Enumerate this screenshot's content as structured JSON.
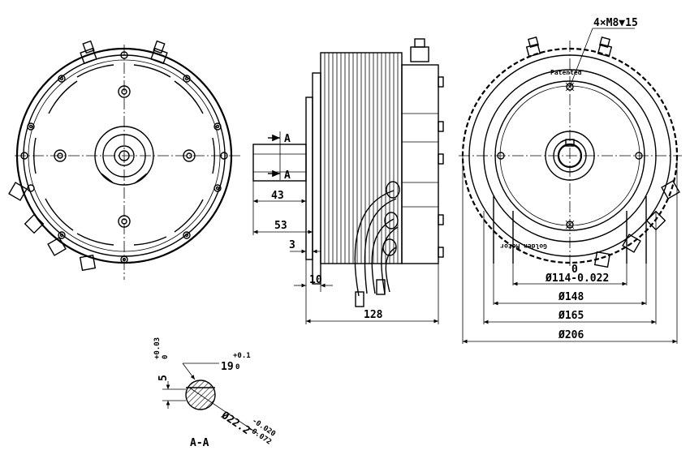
{
  "annotations": {
    "thread_callout": "4×M8▼15",
    "patented_text": "Patented",
    "golden_motor_text": "Golden Motor",
    "section_mark": "A",
    "section_title": "A-A"
  },
  "dimensions": {
    "d43": "43",
    "d53": "53",
    "d3": "3",
    "d10": "10",
    "d128": "128",
    "d0": "0",
    "d114": "Ø114-0.022",
    "d148": "Ø148",
    "d165": "Ø165",
    "d206": "Ø206",
    "keyway_width": "5",
    "keyway_width_tol_upper": "+0.03",
    "keyway_width_tol_lower": "0",
    "keyway_depth": "19",
    "keyway_depth_tol_upper": "+0.1",
    "keyway_depth_tol_lower": "0",
    "shaft_dia": "Ø22.2",
    "shaft_dia_tol_upper": "-0.020",
    "shaft_dia_tol_lower": "-0.072"
  }
}
